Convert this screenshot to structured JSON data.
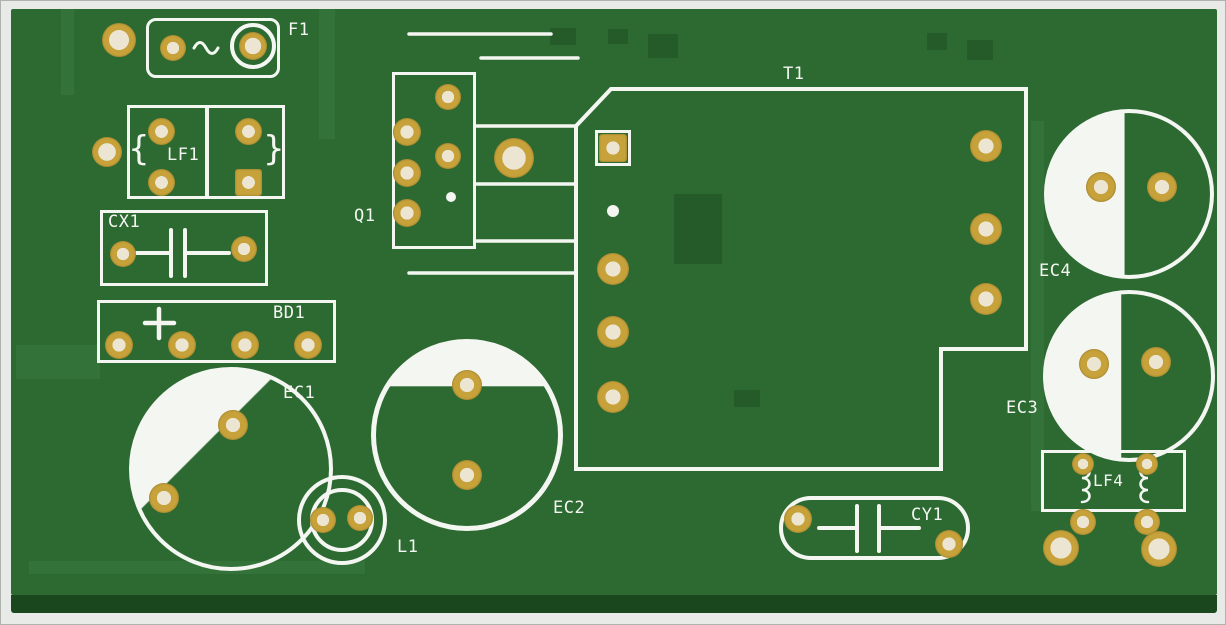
{
  "board": {
    "background": "#e8eae8",
    "frame": "#adb2ad",
    "soldermask": "#2d6a32",
    "soldermask_edge": "#1b471f",
    "copper_light": "#3c7c41",
    "copper_dark": "#235726",
    "silkscreen": "#f4f6f2",
    "pad_gold": "#c7a23a",
    "pad_hole": "#ece5d2"
  },
  "components": {
    "f1": {
      "ref": "F1"
    },
    "lf1": {
      "ref": "LF1",
      "brace_left": "{",
      "brace_right": "}"
    },
    "cx1": {
      "ref": "CX1"
    },
    "bd1": {
      "ref": "BD1"
    },
    "ec1": {
      "ref": "EC1"
    },
    "ec2": {
      "ref": "EC2"
    },
    "ec3": {
      "ref": "EC3"
    },
    "ec4": {
      "ref": "EC4"
    },
    "l1": {
      "ref": "L1"
    },
    "q1": {
      "ref": "Q1"
    },
    "t1": {
      "ref": "T1"
    },
    "cy1": {
      "ref": "CY1"
    },
    "lf4": {
      "ref": "LF4"
    }
  }
}
